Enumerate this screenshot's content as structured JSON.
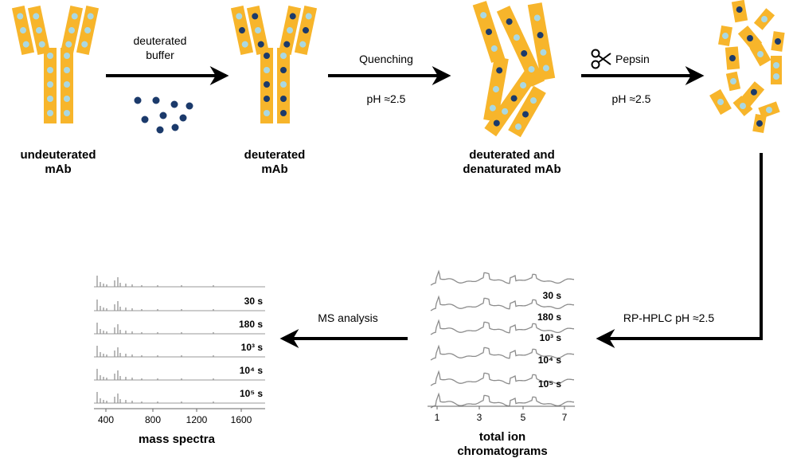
{
  "stages": {
    "undeuterated": "undeuterated\nmAb",
    "deuterated": "deuterated\nmAb",
    "denatured": "deuterated and\ndenaturated mAb",
    "mass_spectra": "mass spectra",
    "tic": "total ion\nchromatograms"
  },
  "arrows": {
    "a1_top": "deuterated\nbuffer",
    "a2_top": "Quenching",
    "a2_bottom": "pH ≈2.5",
    "a3_top": "Pepsin",
    "a3_bottom": "pH ≈2.5",
    "a4": "RP-HPLC pH ≈2.5",
    "a5": "MS analysis"
  },
  "time_labels": [
    "30 s",
    "180 s",
    "10³ s",
    "10⁴ s",
    "10⁵ s"
  ],
  "ms_axis_ticks": [
    "400",
    "800",
    "1200",
    "1600"
  ],
  "tic_axis_ticks": [
    "1",
    "3",
    "5",
    "7"
  ],
  "colors": {
    "chain": "#F7B52B",
    "light_dot": "#A9D8E3",
    "dark_dot": "#1B3A6B",
    "arrow": "#000000",
    "trace": "#8c8c8c"
  }
}
